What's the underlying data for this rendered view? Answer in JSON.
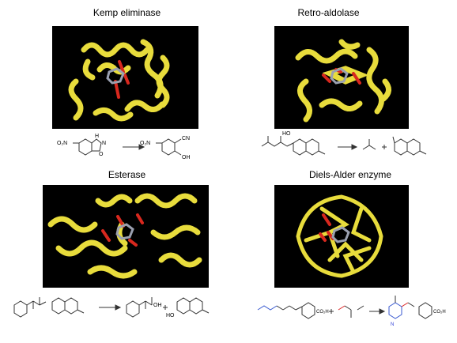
{
  "panels": [
    {
      "title": "Kemp eliminase"
    },
    {
      "title": "Retro-aldolase"
    },
    {
      "title": "Esterase"
    },
    {
      "title": "Diels-Alder enzyme"
    }
  ],
  "labels": {
    "kemp_reactant_no2": "O₂N",
    "kemp_reactant_h": "H",
    "kemp_reactant_n": "N",
    "kemp_reactant_o": "O",
    "kemp_product_no2": "O₂N",
    "kemp_product_cn": "CN",
    "kemp_product_oh": "OH",
    "retro_oh": "HO",
    "esterase_oh": "OH",
    "esterase_ho": "HO",
    "diels_co2h_1": "CO₂H",
    "diels_co2h_2": "CO₂H",
    "diels_n": "N"
  },
  "colors": {
    "protein_bg": "#000000",
    "helix": "#e8dc3c",
    "ligand_red": "#d8281e",
    "ligand_gray": "#9aa0b0",
    "ligand_blue": "#3a5ad0"
  }
}
